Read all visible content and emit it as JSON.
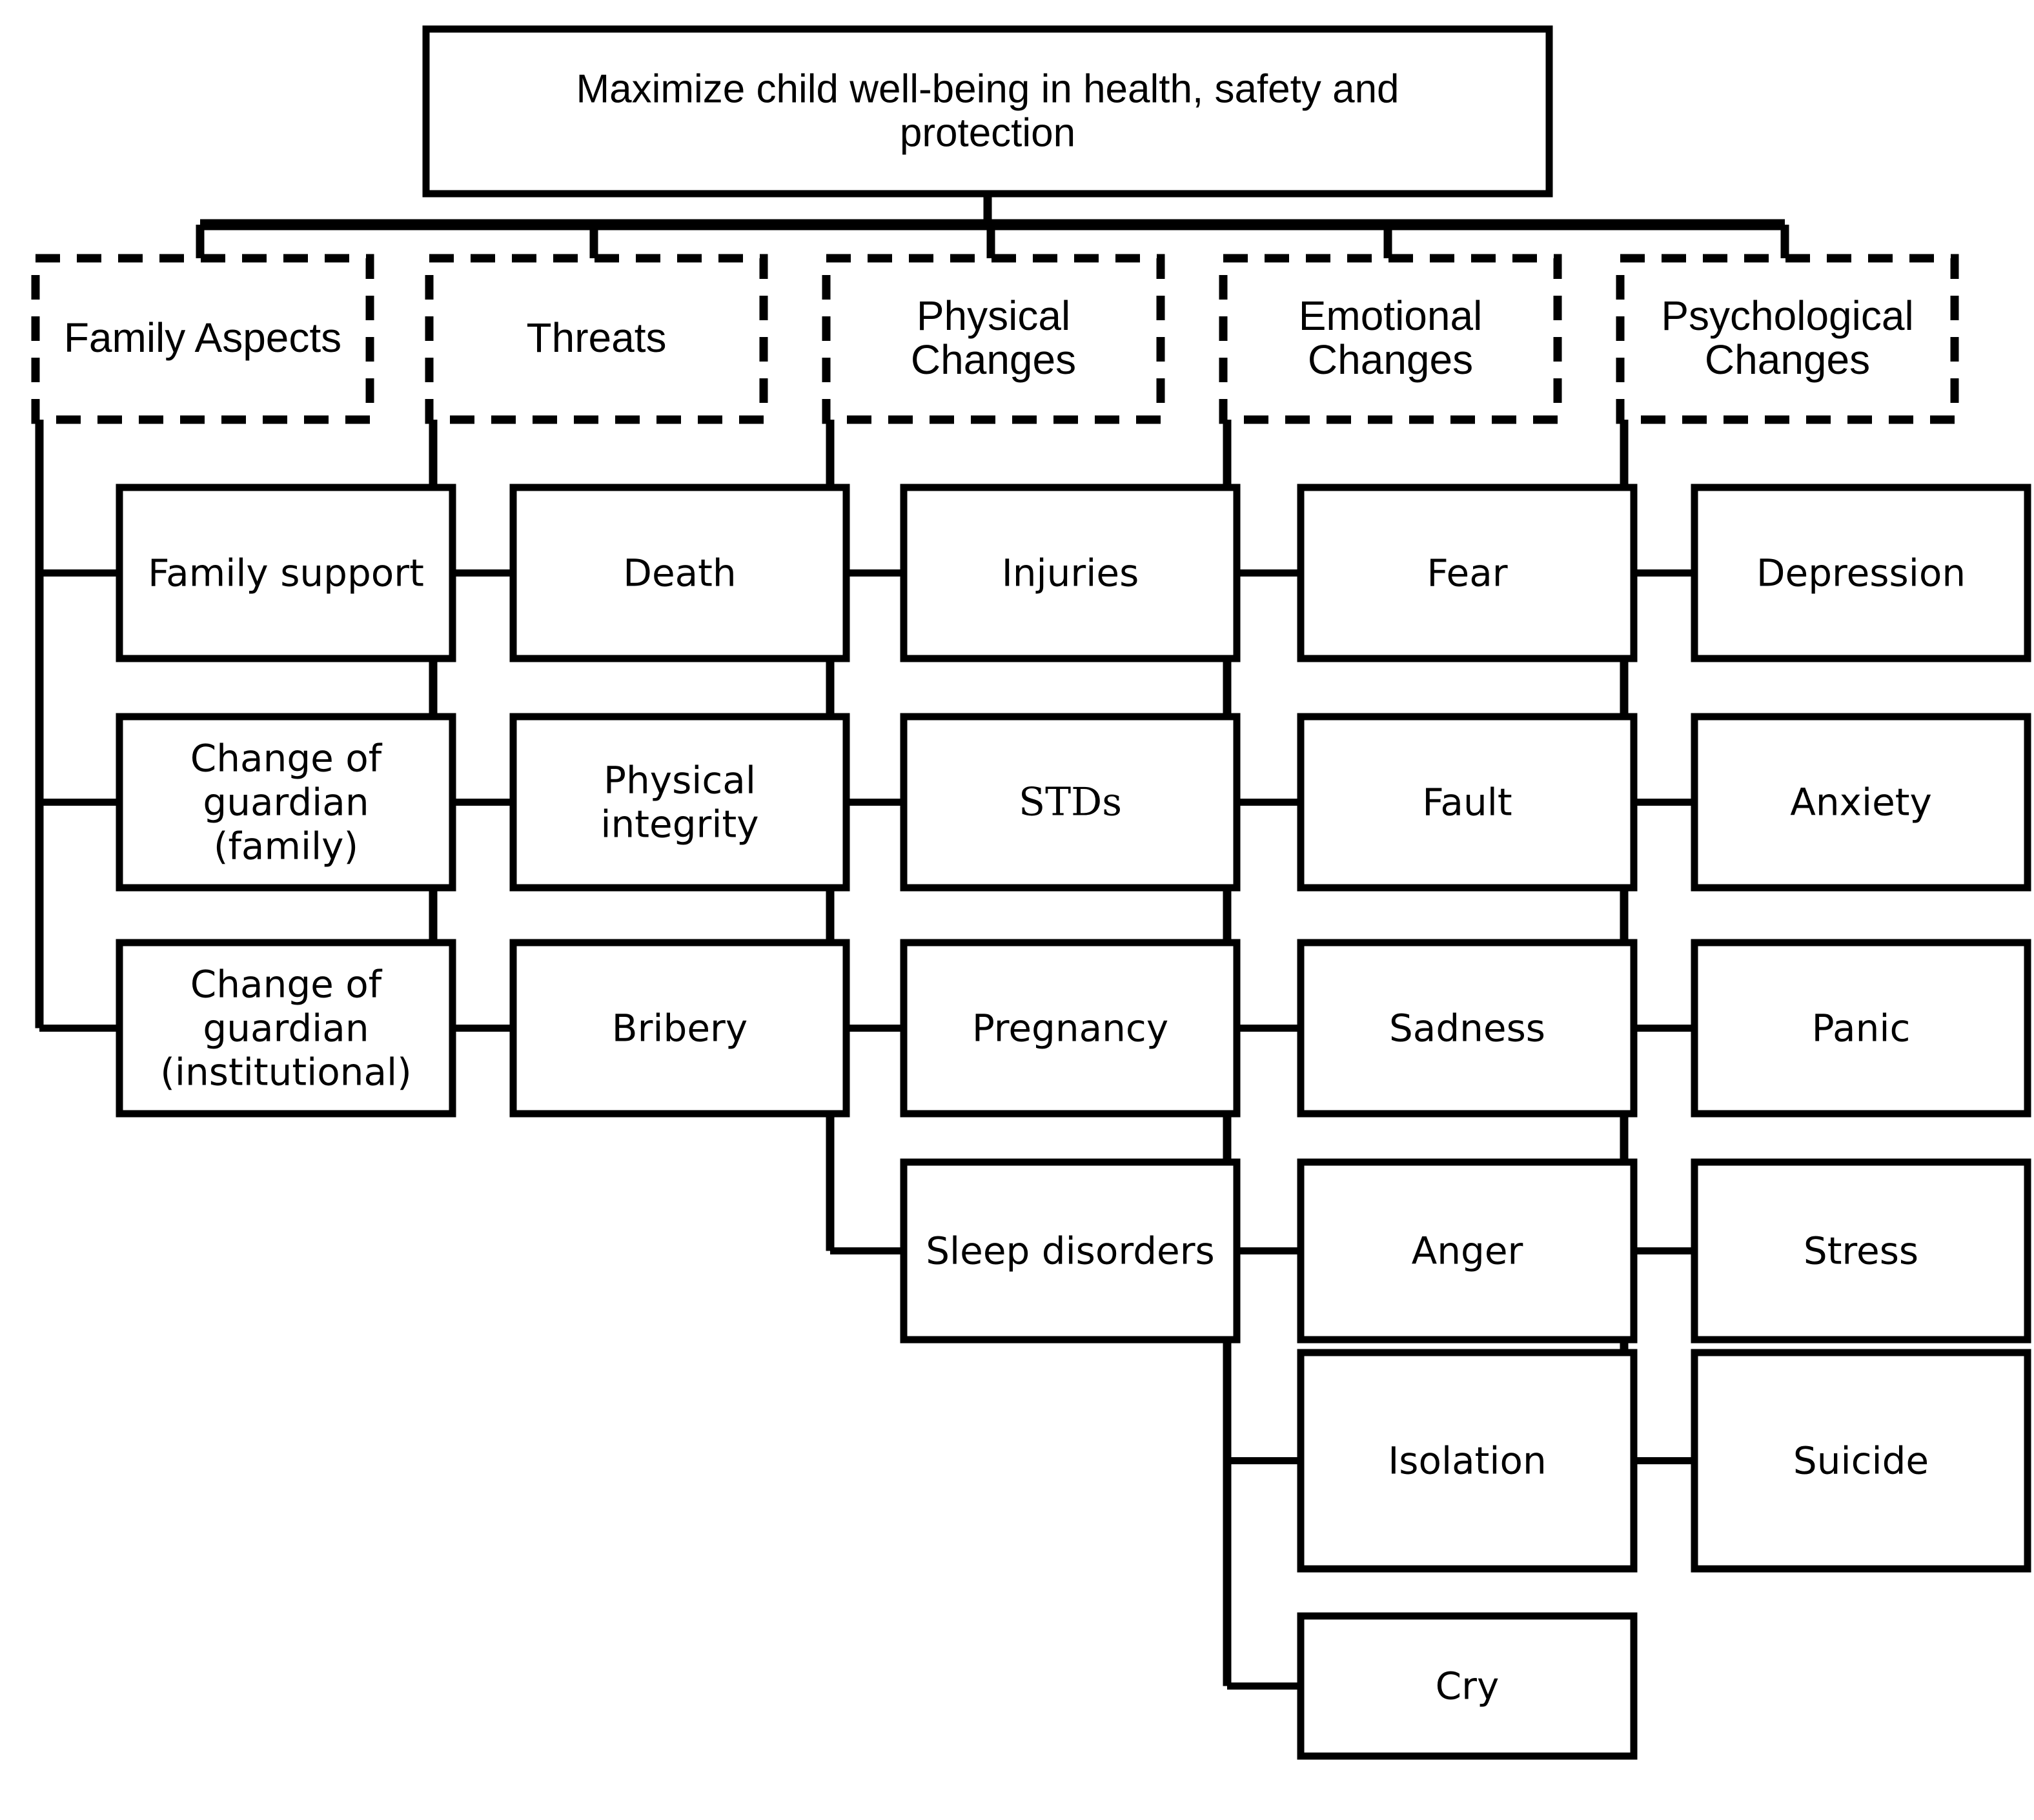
{
  "diagram": {
    "title": "Maximize child well-being in health, safety and protection",
    "root": {
      "label": "Maximize child well-being in health, safety and protection",
      "line1": "Maximize child well-being in health, safety and",
      "line2": "protection"
    },
    "categories": [
      {
        "id": "family-aspects",
        "label": "Family Aspects",
        "label_lines": [
          "Family Aspects"
        ],
        "items": [
          {
            "label": "Family support",
            "lines": [
              "Family support"
            ],
            "font": "sans"
          },
          {
            "label": "Change of guardian (family)",
            "lines": [
              "Change of",
              "guardian",
              "(family)"
            ],
            "font": "sans"
          },
          {
            "label": "Change of guardian (institutional)",
            "lines": [
              "Change of",
              "guardian",
              "(institutional)"
            ],
            "font": "sans"
          }
        ]
      },
      {
        "id": "threats",
        "label": "Threats",
        "label_lines": [
          "Threats"
        ],
        "items": [
          {
            "label": "Death",
            "lines": [
              "Death"
            ],
            "font": "sans"
          },
          {
            "label": "Physical integrity",
            "lines": [
              "Physical",
              "integrity"
            ],
            "font": "sans"
          },
          {
            "label": "Bribery",
            "lines": [
              "Bribery"
            ],
            "font": "sans"
          }
        ]
      },
      {
        "id": "physical-changes",
        "label": "Physical Changes",
        "label_lines": [
          "Physical",
          "Changes"
        ],
        "items": [
          {
            "label": "Injuries",
            "lines": [
              "Injuries"
            ],
            "font": "sans"
          },
          {
            "label": "STDs",
            "lines": [
              "STDs"
            ],
            "font": "serif"
          },
          {
            "label": "Pregnancy",
            "lines": [
              "Pregnancy"
            ],
            "font": "sans"
          },
          {
            "label": "Sleep disorders",
            "lines": [
              "Sleep disorders"
            ],
            "font": "sans"
          }
        ]
      },
      {
        "id": "emotional-changes",
        "label": "Emotional Changes",
        "label_lines": [
          "Emotional",
          "Changes"
        ],
        "items": [
          {
            "label": "Fear",
            "lines": [
              "Fear"
            ],
            "font": "sans"
          },
          {
            "label": "Fault",
            "lines": [
              "Fault"
            ],
            "font": "sans"
          },
          {
            "label": "Sadness",
            "lines": [
              "Sadness"
            ],
            "font": "sans"
          },
          {
            "label": "Anger",
            "lines": [
              "Anger"
            ],
            "font": "sans"
          },
          {
            "label": "Isolation",
            "lines": [
              "Isolation"
            ],
            "font": "sans"
          },
          {
            "label": "Cry",
            "lines": [
              "Cry"
            ],
            "font": "sans"
          }
        ]
      },
      {
        "id": "psychological-changes",
        "label": "Psychological Changes",
        "label_lines": [
          "Psychological",
          "Changes"
        ],
        "items": [
          {
            "label": "Depression",
            "lines": [
              "Depression"
            ],
            "font": "sans"
          },
          {
            "label": "Anxiety",
            "lines": [
              "Anxiety"
            ],
            "font": "sans"
          },
          {
            "label": "Panic",
            "lines": [
              "Panic"
            ],
            "font": "sans"
          },
          {
            "label": "Stress",
            "lines": [
              "Stress"
            ],
            "font": "sans"
          },
          {
            "label": "Suicide",
            "lines": [
              "Suicide"
            ],
            "font": "sans"
          }
        ]
      }
    ],
    "colors": {
      "stroke": "#000000",
      "background": "#ffffff",
      "text": "#000000"
    }
  }
}
